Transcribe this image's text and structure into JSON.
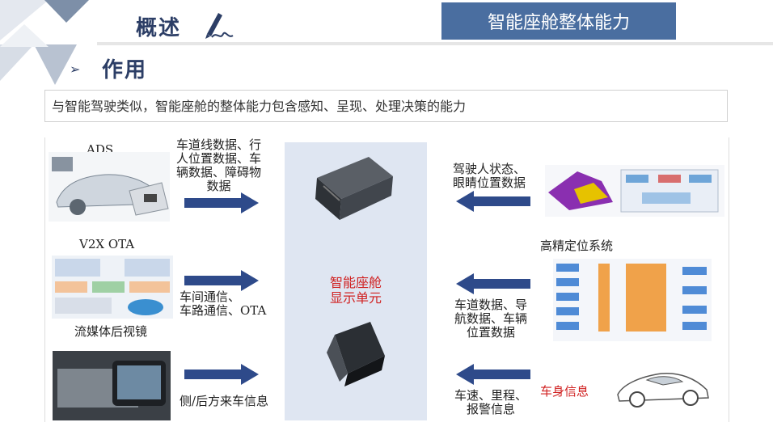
{
  "header": {
    "overview": "概述",
    "topic": "智能座舱整体能力"
  },
  "section": {
    "bullet": "➢",
    "title": "作用",
    "description": "与智能驾驶类似，智能座舱的整体能力包含感知、呈现、处理决策的能力"
  },
  "diagram": {
    "left": {
      "ads_label": "ADS",
      "ads_data": "车道线数据、行\n人位置数据、车\n辆数据、障碍物\n数据",
      "v2x_label": "V2X OTA",
      "v2x_data": "车间通信、\n车路通信、OTA",
      "mirror_label": "流媒体后视镜",
      "mirror_data": "侧/后方来车信息"
    },
    "center": {
      "label": "智能座舱\n显示单元"
    },
    "right": {
      "driver_data": "驾驶人状态、\n眼睛位置数据",
      "gps_label": "高精定位系统",
      "gps_data": "车道数据、导\n航数据、车辆\n位置数据",
      "body_label": "车身信息",
      "body_data": "车速、里程、\n报警信息"
    }
  },
  "colors": {
    "title": "#2c3e66",
    "topic_bg": "#4a6ea0",
    "arrow": "#2e4a8a",
    "center_bg": "#dfe6f2",
    "highlight_text": "#d02020"
  }
}
